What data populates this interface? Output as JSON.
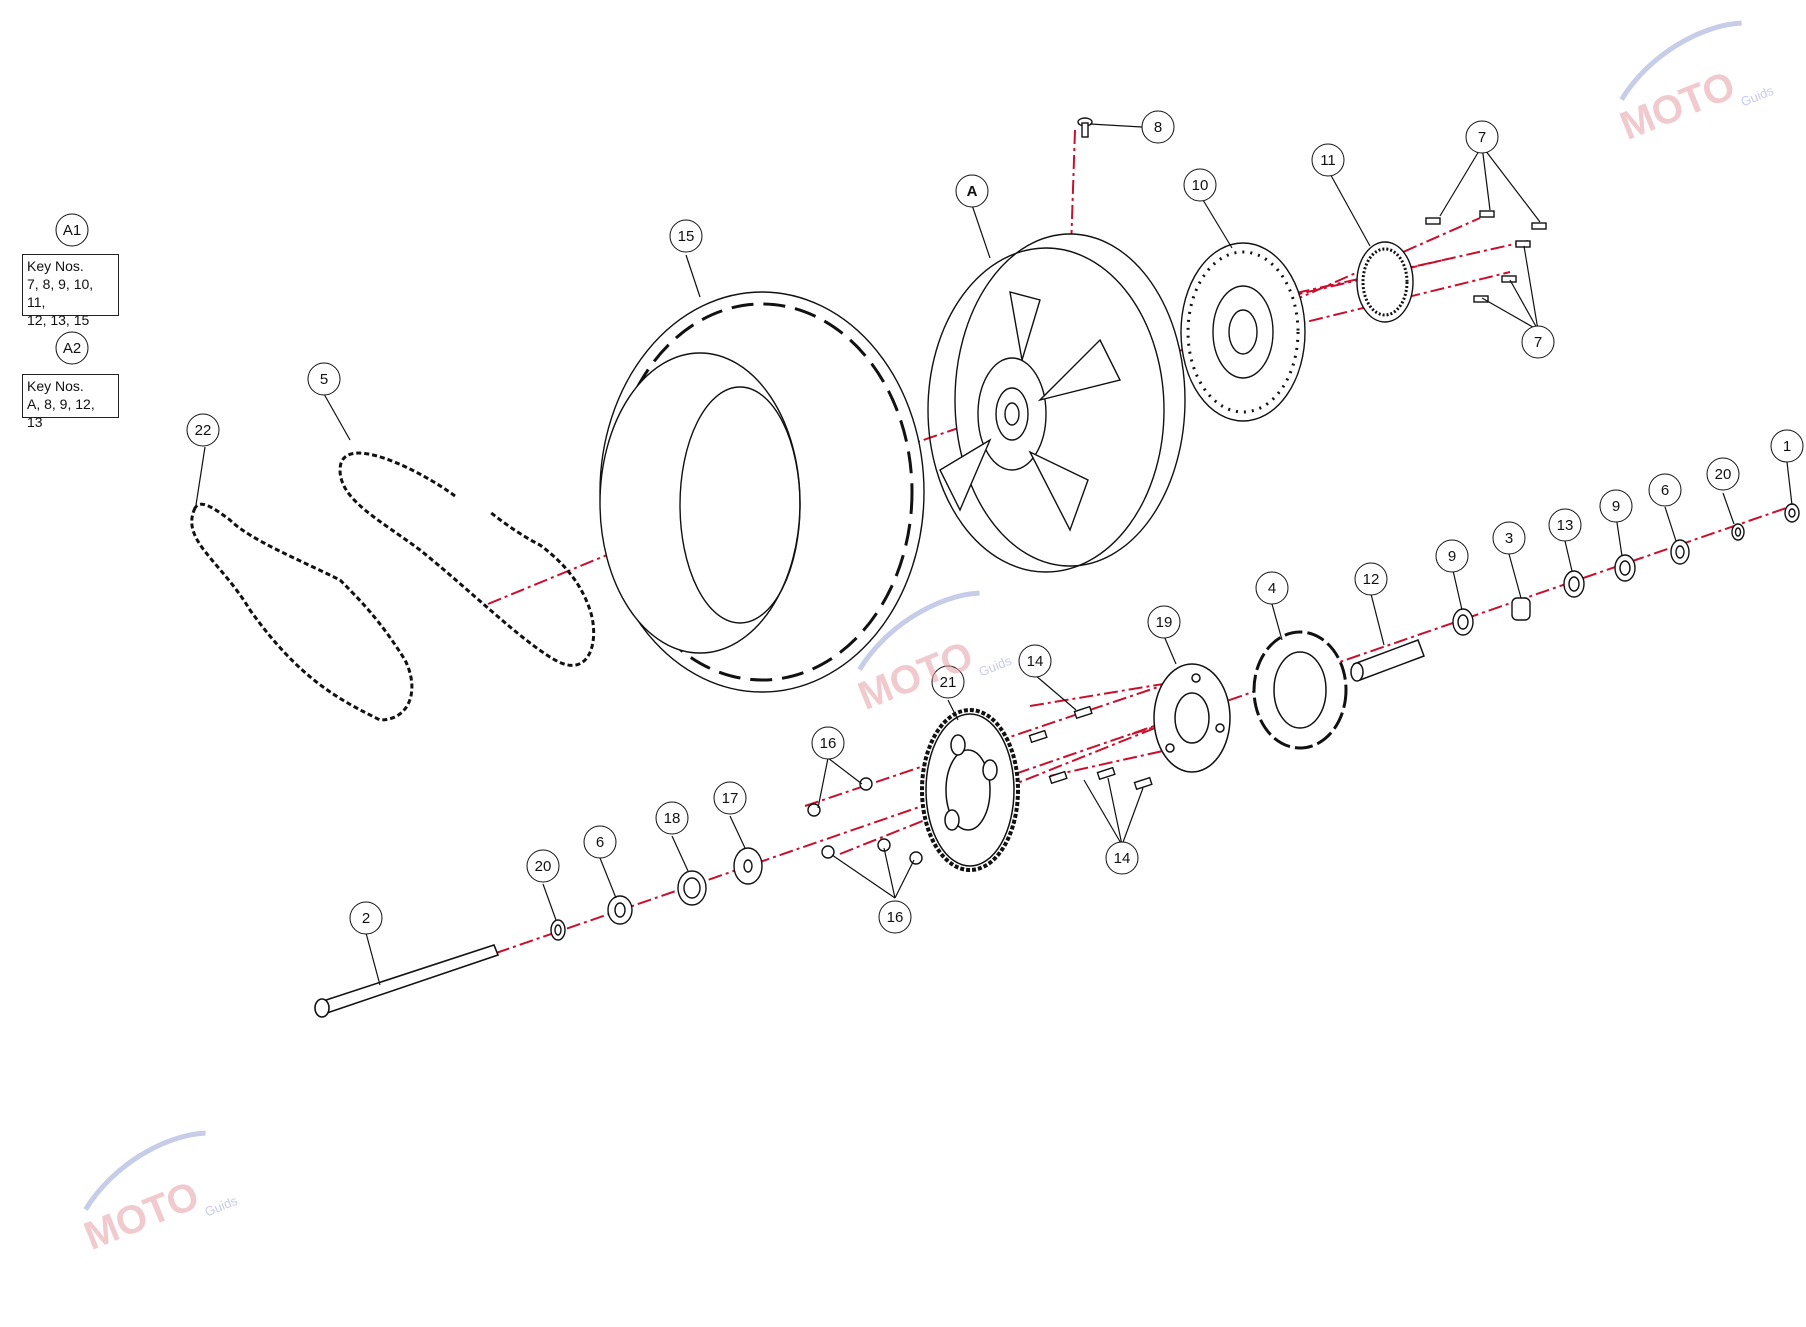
{
  "key_groups": [
    {
      "id": "A1",
      "title": "Key Nos.",
      "items": "7, 8, 9, 10, 11,\n12, 13, 15"
    },
    {
      "id": "A2",
      "title": "Key Nos.",
      "items": "A, 8, 9, 12, 13"
    }
  ],
  "callouts": [
    "1",
    "2",
    "3",
    "4",
    "5",
    "6",
    "6",
    "7",
    "7",
    "8",
    "9",
    "9",
    "10",
    "11",
    "12",
    "13",
    "14",
    "14",
    "15",
    "16",
    "16",
    "17",
    "18",
    "19",
    "20",
    "20",
    "21",
    "22",
    "A"
  ],
  "watermark": {
    "text": "MOTO",
    "subtext": "Guids"
  },
  "colors": {
    "line": "#111111",
    "axis": "#c8102e",
    "watermark_red": "#e6a0a8",
    "watermark_blue": "#9aa3d8"
  }
}
